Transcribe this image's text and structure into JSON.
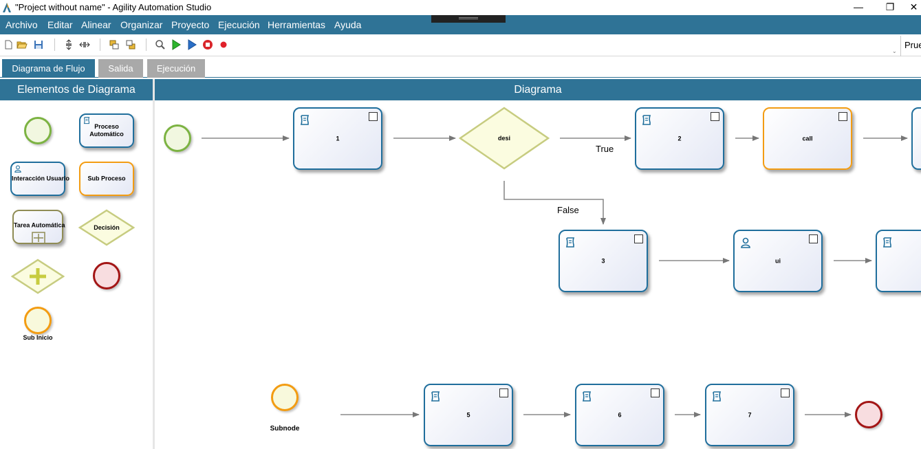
{
  "window": {
    "title": "\"Project without name\" - Agility Automation Studio",
    "app_logo_icon": "agility-logo-icon",
    "minimize_glyph": "—",
    "maximize_glyph": "❐",
    "close_glyph": "✕"
  },
  "menu": [
    "Archivo",
    "Editar",
    "Alinear",
    "Organizar",
    "Proyecto",
    "Ejecución",
    "Herramientas",
    "Ayuda"
  ],
  "toolbar": {
    "combo_value": "Prue",
    "combo_arrow": "⌄"
  },
  "tabs": [
    {
      "label": "Diagrama de Flujo",
      "active": true
    },
    {
      "label": "Salida",
      "active": false
    },
    {
      "label": "Ejecución",
      "active": false
    }
  ],
  "left_panel": {
    "title": "Elementos de Diagrama",
    "palette": {
      "automatic_process": "Proceso Automático",
      "user_interaction": "Interacción Usuario",
      "sub_process": "Sub Proceso",
      "automatic_task": "Tarea Automática",
      "decision": "Decisión",
      "sub_start": "Sub Inicio"
    }
  },
  "diagram": {
    "title": "Diagrama",
    "nodes": {
      "task1": "1",
      "decision": "desi",
      "task2": "2",
      "call": "call",
      "task3": "3",
      "ui": "ui",
      "subnode": "Subnode",
      "task5": "5",
      "task6": "6",
      "task7": "7"
    },
    "edges": {
      "true_label": "True",
      "false_label": "False"
    }
  },
  "colors": {
    "primary": "#2f7396",
    "start": "#7cb342",
    "subprocess": "#f39c12",
    "end": "#a31515",
    "task_border": "#1f6e9c"
  }
}
